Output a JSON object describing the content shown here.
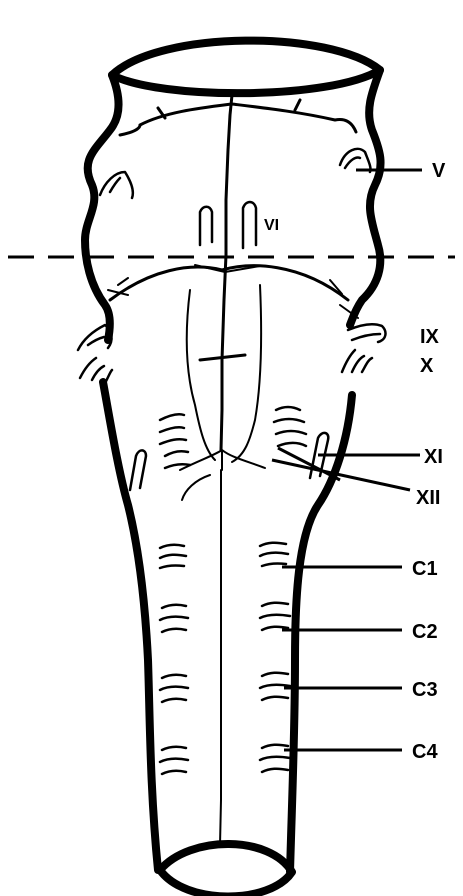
{
  "labels": {
    "v": "V",
    "vi": "VI",
    "ix": "IX",
    "x": "X",
    "xi": "XI",
    "xii": "XII",
    "c1": "C1",
    "c2": "C2",
    "c3": "C3",
    "c4": "C4"
  }
}
